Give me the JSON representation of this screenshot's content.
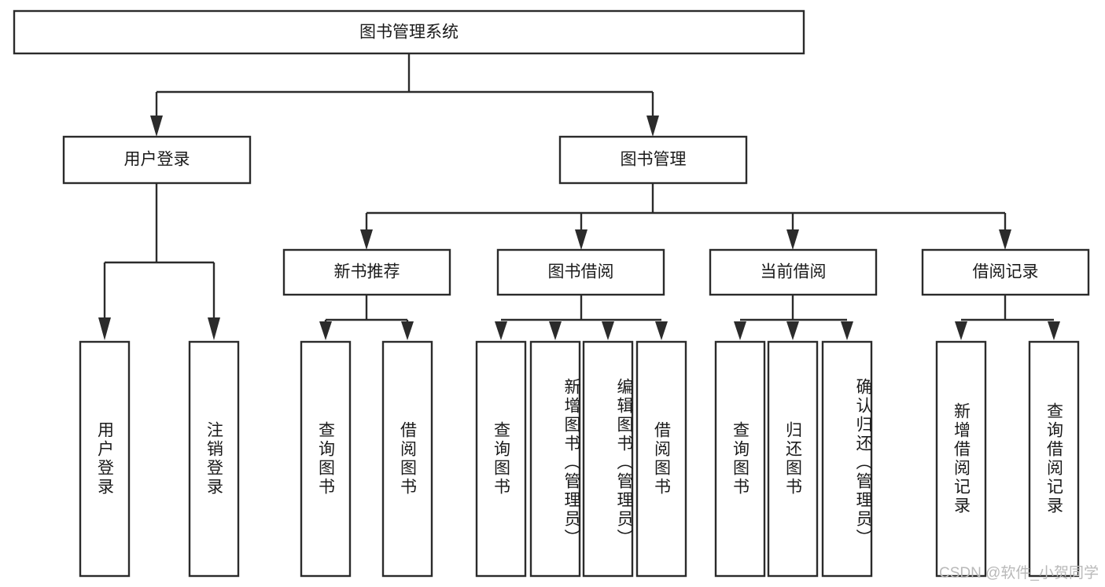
{
  "diagram": {
    "title": "图书管理系统",
    "type": "hierarchy-tree",
    "watermark": "CSDN @软件_小贺同学",
    "colors": {
      "stroke": "#2b2b2b",
      "fill": "#ffffff",
      "text": "#1a1a1a",
      "watermark": "#b9b9b9"
    },
    "root": {
      "label": "图书管理系统",
      "orientation": "horizontal"
    },
    "level2": [
      {
        "id": "user-login",
        "label": "用户登录",
        "orientation": "horizontal"
      },
      {
        "id": "book-management",
        "label": "图书管理",
        "orientation": "horizontal"
      }
    ],
    "level3": [
      {
        "id": "new-book-recommend",
        "label": "新书推荐",
        "orientation": "horizontal",
        "parent": "book-management"
      },
      {
        "id": "book-borrow",
        "label": "图书借阅",
        "orientation": "horizontal",
        "parent": "book-management"
      },
      {
        "id": "current-borrow",
        "label": "当前借阅",
        "orientation": "horizontal",
        "parent": "book-management"
      },
      {
        "id": "borrow-record",
        "label": "借阅记录",
        "orientation": "horizontal",
        "parent": "book-management"
      }
    ],
    "leaves": [
      {
        "id": "leaf-user-login",
        "label": "用户登录",
        "parent": "user-login"
      },
      {
        "id": "leaf-logout-login",
        "label": "注销登录",
        "parent": "user-login"
      },
      {
        "id": "leaf-query-book-1",
        "label": "查询图书",
        "parent": "new-book-recommend"
      },
      {
        "id": "leaf-borrow-book-1",
        "label": "借阅图书",
        "parent": "new-book-recommend"
      },
      {
        "id": "leaf-query-book-2",
        "label": "查询图书",
        "parent": "book-borrow"
      },
      {
        "id": "leaf-add-book",
        "label": "新增图书（管理员）",
        "parent": "book-borrow"
      },
      {
        "id": "leaf-edit-book",
        "label": "编辑图书（管理员）",
        "parent": "book-borrow"
      },
      {
        "id": "leaf-borrow-book-2",
        "label": "借阅图书",
        "parent": "book-borrow"
      },
      {
        "id": "leaf-query-book-3",
        "label": "查询图书",
        "parent": "current-borrow"
      },
      {
        "id": "leaf-return-book",
        "label": "归还图书",
        "parent": "current-borrow"
      },
      {
        "id": "leaf-confirm-return",
        "label": "确认归还（管理员）",
        "parent": "current-borrow"
      },
      {
        "id": "leaf-add-record",
        "label": "新增借阅记录",
        "parent": "borrow-record"
      },
      {
        "id": "leaf-query-record",
        "label": "查询借阅记录",
        "parent": "borrow-record"
      }
    ]
  }
}
